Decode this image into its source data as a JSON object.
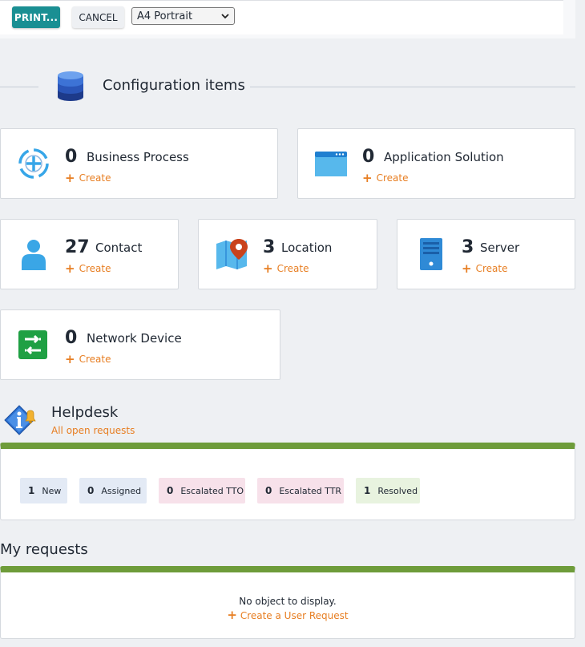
{
  "toolbar": {
    "print_label": "PRINT...",
    "cancel_label": "CANCEL",
    "paper_value": "A4 Portrait"
  },
  "config_section": {
    "title": "Configuration items",
    "icon": "database-icon",
    "create_label": "Create",
    "items": [
      {
        "count": "0",
        "label": "Business Process",
        "icon": "business-process-icon"
      },
      {
        "count": "0",
        "label": "Application Solution",
        "icon": "application-window-icon"
      },
      {
        "count": "27",
        "label": "Contact",
        "icon": "person-icon"
      },
      {
        "count": "3",
        "label": "Location",
        "icon": "map-pin-icon"
      },
      {
        "count": "3",
        "label": "Server",
        "icon": "server-icon"
      },
      {
        "count": "0",
        "label": "Network Device",
        "icon": "network-switch-icon"
      }
    ]
  },
  "helpdesk": {
    "title": "Helpdesk",
    "link": "All open requests",
    "icon": "info-bell-icon",
    "badges": [
      {
        "count": "1",
        "label": "New"
      },
      {
        "count": "0",
        "label": "Assigned"
      },
      {
        "count": "0",
        "label": "Escalated TTO"
      },
      {
        "count": "0",
        "label": "Escalated TTR"
      },
      {
        "count": "1",
        "label": "Resolved"
      }
    ]
  },
  "my_requests": {
    "title": "My requests",
    "empty_message": "No object to display.",
    "create_link": "Create a User Request"
  },
  "colors": {
    "accent": "#1a8f93",
    "link_orange": "#e77e22",
    "panel_green": "#6e9c3a"
  }
}
